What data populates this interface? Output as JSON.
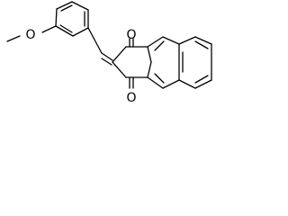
{
  "molecule": {
    "atoms": {
      "methoxy_oxygen": "O",
      "top_carbonyl_oxygen": "O",
      "bottom_carbonyl_oxygen": "O"
    },
    "colors": {
      "bond": "#000000",
      "label": "#000000",
      "background": "#ffffff"
    }
  }
}
